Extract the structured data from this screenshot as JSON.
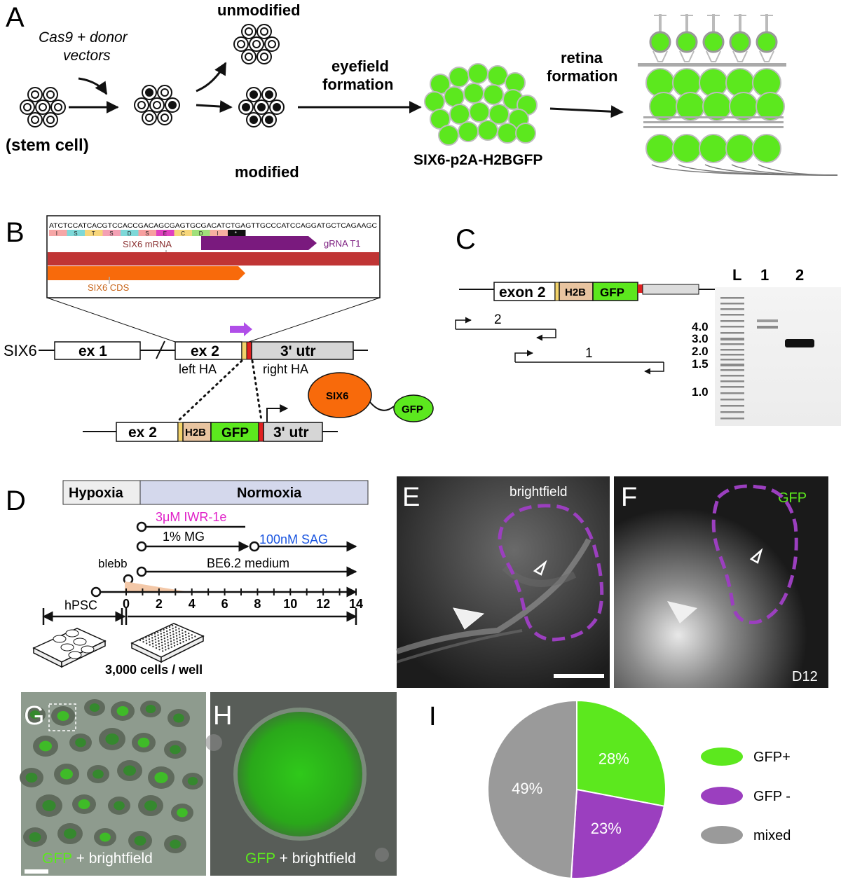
{
  "panels": {
    "A": {
      "letter": "A",
      "donor": [
        "Cas9 + donor",
        "vectors"
      ],
      "unmodified": "unmodified",
      "modified": "modified",
      "stem_cell": "(stem cell)",
      "eyefield": [
        "eyefield",
        "formation"
      ],
      "reporter": "SIX6-p2A-H2BGFP",
      "retina": [
        "retina",
        "formation"
      ]
    },
    "B": {
      "letter": "B",
      "sequence": "ATCTCCATCACGTCCACCGACAGCGAGTGCGACATCTGAGTTGCCCATCCAGGATGCTCAGAAGC",
      "aa": [
        "I",
        "S",
        "T",
        "S",
        "D",
        "S",
        "E",
        "C",
        "D",
        "I",
        "*"
      ],
      "mrna_label": "SIX6 mRNA",
      "grna_label": "gRNA T1",
      "cds_label": "SIX6 CDS",
      "gene": "SIX6",
      "ex1": "ex 1",
      "ex2": "ex 2",
      "utr": "3' utr",
      "left_ha": "left HA",
      "right_ha": "right HA",
      "h2b": "H2B",
      "gfp": "GFP",
      "protein": "SIX6",
      "protein_tag": "GFP"
    },
    "C": {
      "letter": "C",
      "exon": "exon 2",
      "h2b": "H2B",
      "gfp": "GFP",
      "primer2": "2",
      "primer1": "1",
      "lanes": [
        "L",
        "1",
        "2"
      ],
      "ladder": [
        "4.0",
        "3.0",
        "2.0",
        "1.5",
        "1.0"
      ]
    },
    "D": {
      "letter": "D",
      "hypoxia": "Hypoxia",
      "normoxia": "Normoxia",
      "iwr": "3μM IWR-1e",
      "mg": "1% MG",
      "sag": "100nM SAG",
      "blebb": "blebb",
      "medium": "BE6.2 medium",
      "days": [
        "0",
        "2",
        "4",
        "6",
        "8",
        "10",
        "12",
        "14"
      ],
      "hpsc": "hPSC",
      "cells": "3,000 cells / well"
    },
    "E": {
      "letter": "E",
      "label": "brightfield"
    },
    "F": {
      "letter": "F",
      "label": "GFP",
      "day": "D12"
    },
    "G": {
      "letter": "G",
      "caption_gfp": "GFP",
      "caption_rest": "+ brightfield"
    },
    "H": {
      "letter": "H",
      "caption_gfp": "GFP",
      "caption_rest": "+ brightfield"
    },
    "I": {
      "letter": "I"
    }
  },
  "colors": {
    "gfp": "#5ce81e",
    "purple": "#9b3fbf",
    "grey": "#9a9a9a",
    "orange": "#f86a0b",
    "red_bar": "#c03535",
    "grna": "#7a1a7e",
    "magenta_text": "#e020c8",
    "blue_text": "#1a55e0"
  },
  "chart_data": {
    "type": "pie",
    "categories": [
      "GFP+",
      "GFP -",
      "mixed"
    ],
    "values": [
      28,
      23,
      49
    ],
    "labels": [
      "28%",
      "23%",
      "49%"
    ],
    "colors": [
      "#5ce81e",
      "#9b3fbf",
      "#9a9a9a"
    ],
    "legend": "right"
  }
}
